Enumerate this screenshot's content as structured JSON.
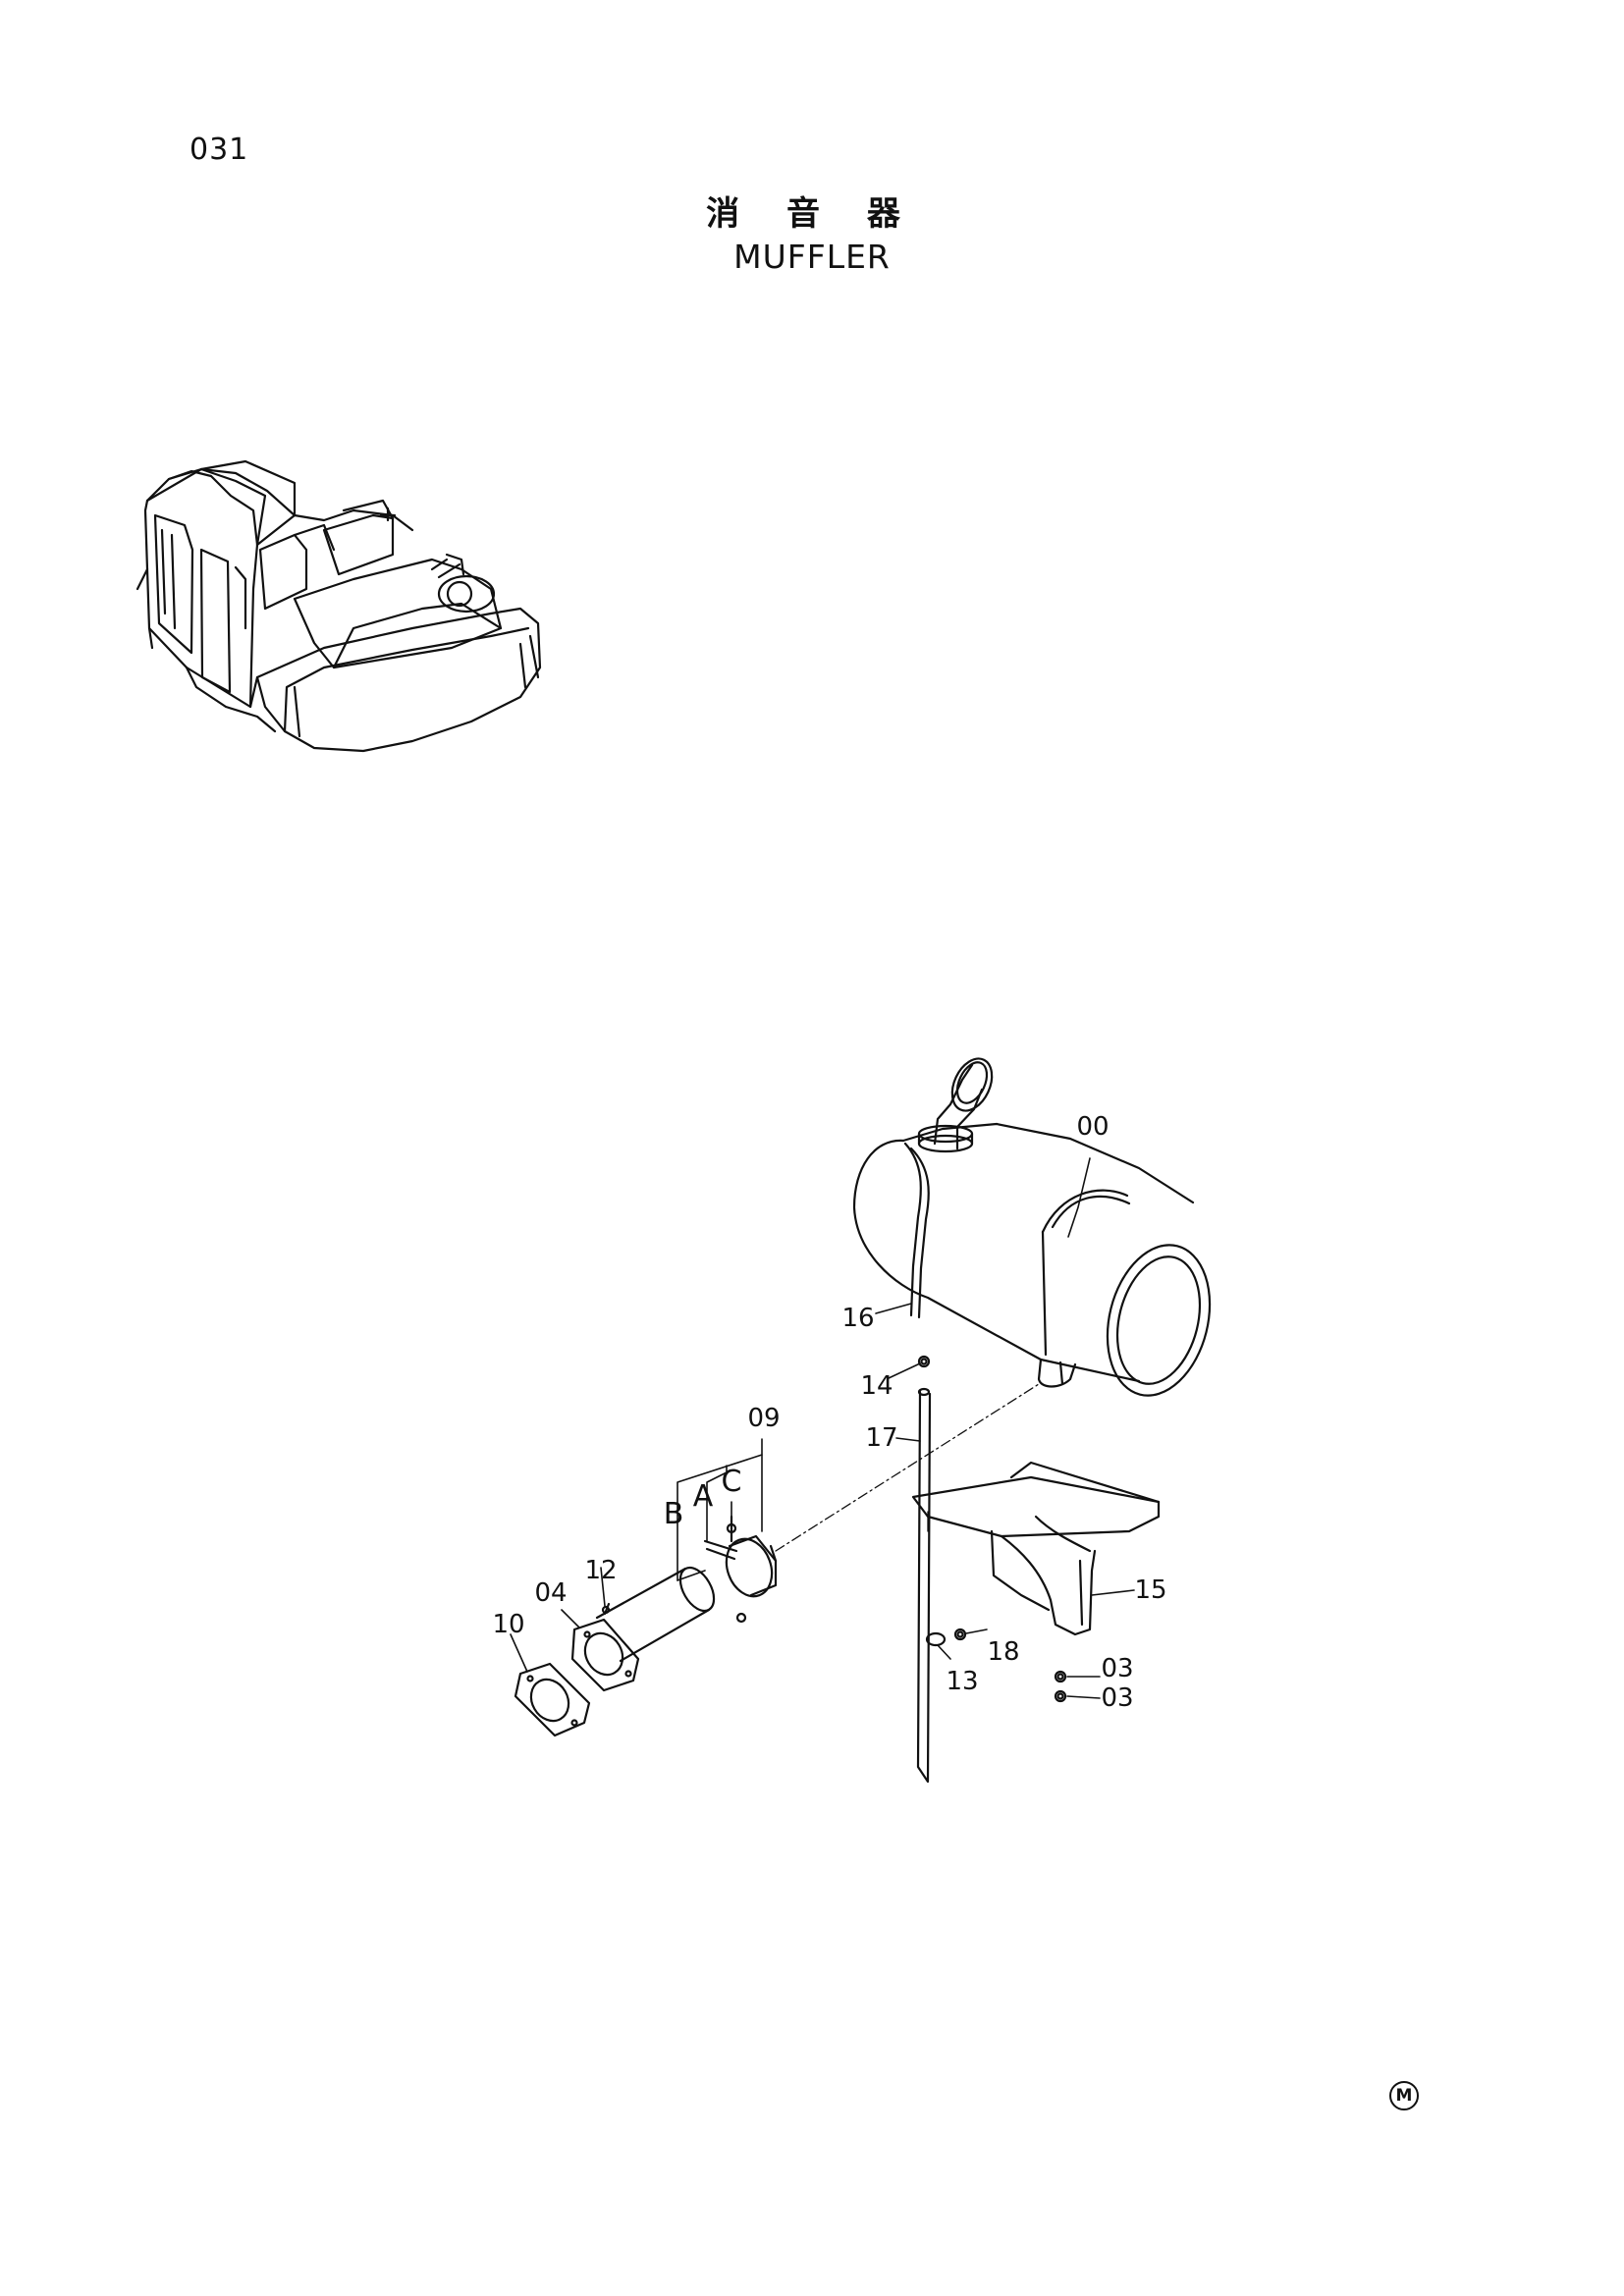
{
  "page_code": "031",
  "title_jp": "消 音 器",
  "title_en": "MUFFLER",
  "badge_text": "M",
  "callouts": [
    {
      "id": "00",
      "text": "00"
    },
    {
      "id": "16",
      "text": "16"
    },
    {
      "id": "14",
      "text": "14"
    },
    {
      "id": "17",
      "text": "17"
    },
    {
      "id": "09",
      "text": "09"
    },
    {
      "id": "A",
      "text": "A"
    },
    {
      "id": "B",
      "text": "B"
    },
    {
      "id": "C",
      "text": "C"
    },
    {
      "id": "12",
      "text": "12"
    },
    {
      "id": "04",
      "text": "04"
    },
    {
      "id": "10",
      "text": "10"
    },
    {
      "id": "15",
      "text": "15"
    },
    {
      "id": "18",
      "text": "18"
    },
    {
      "id": "13",
      "text": "13"
    },
    {
      "id": "03a",
      "text": "03"
    },
    {
      "id": "03b",
      "text": "03"
    }
  ]
}
